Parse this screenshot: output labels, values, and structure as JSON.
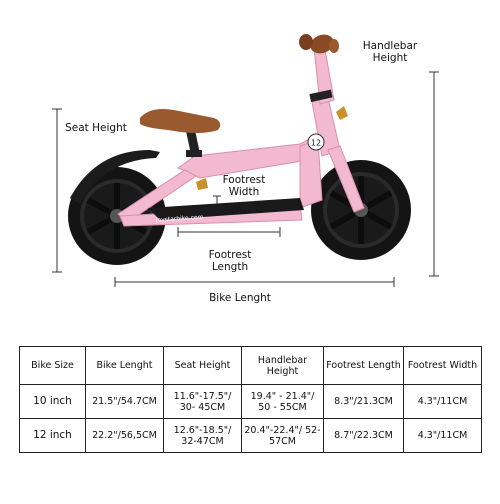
{
  "annotations": {
    "handlebar_height": [
      "Handlebar",
      "Height"
    ],
    "seat_height": "Seat Height",
    "footrest_width": [
      "Footrest",
      "Width"
    ],
    "footrest_length": [
      "Footrest",
      "Length"
    ],
    "bike_length": "Bike Lenght"
  },
  "bike": {
    "frame_number": "12",
    "frame_text": "joystarbike.com",
    "colors": {
      "frame": "#f2b9cf",
      "saddle": "#9a5a30",
      "tire": "#141414",
      "fender": "#1c1c1c",
      "dimension_line": "#333333"
    }
  },
  "table": {
    "headers": [
      "Bike Size",
      "Bike Lenght",
      "Seat Height",
      "Handlebar Height",
      "Footrest Length",
      "Footrest Width"
    ],
    "rows": [
      [
        "10 inch",
        "21.5\"/54.7CM",
        "11.6\"-17.5\"/ 30- 45CM",
        "19.4\" - 21.4\"/ 50 - 55CM",
        "8.3\"/21.3CM",
        "4.3\"/11CM"
      ],
      [
        "12 inch",
        "22.2\"/56,5CM",
        "12.6\"-18.5\"/ 32-47CM",
        "20.4\"-22.4\"/ 52-57CM",
        "8.7\"/22.3CM",
        "4.3\"/11CM"
      ]
    ]
  }
}
